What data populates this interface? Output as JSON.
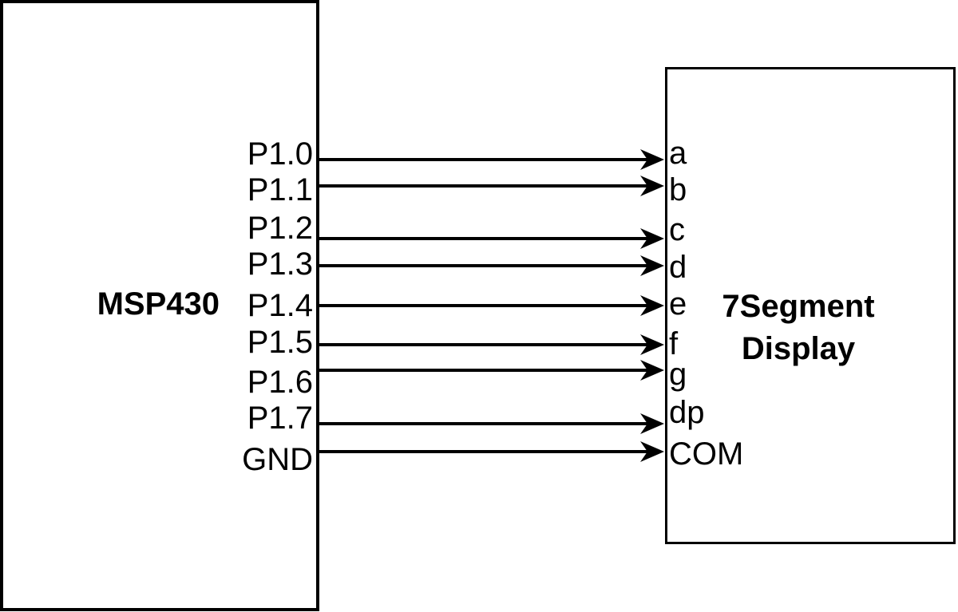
{
  "colors": {
    "ink": "#000000",
    "background": "#ffffff"
  },
  "mcu": {
    "title": "MSP430",
    "pins": [
      "P1.0",
      "P1.1",
      "P1.2",
      "P1.3",
      "P1.4",
      "P1.5",
      "P1.6",
      "P1.7",
      "GND"
    ]
  },
  "display": {
    "title_line1": "7Segment",
    "title_line2": "Display",
    "pins": [
      "a",
      "b",
      "c",
      "d",
      "e",
      "f",
      "g",
      "dp",
      "COM"
    ]
  },
  "connections": [
    {
      "from": "P1.0",
      "to": "a"
    },
    {
      "from": "P1.1",
      "to": "b"
    },
    {
      "from": "P1.2",
      "to": "c"
    },
    {
      "from": "P1.3",
      "to": "d"
    },
    {
      "from": "P1.4",
      "to": "e"
    },
    {
      "from": "P1.5",
      "to": "f"
    },
    {
      "from": "P1.6",
      "to": "g"
    },
    {
      "from": "P1.7",
      "to": "dp"
    },
    {
      "from": "GND",
      "to": "COM"
    }
  ]
}
